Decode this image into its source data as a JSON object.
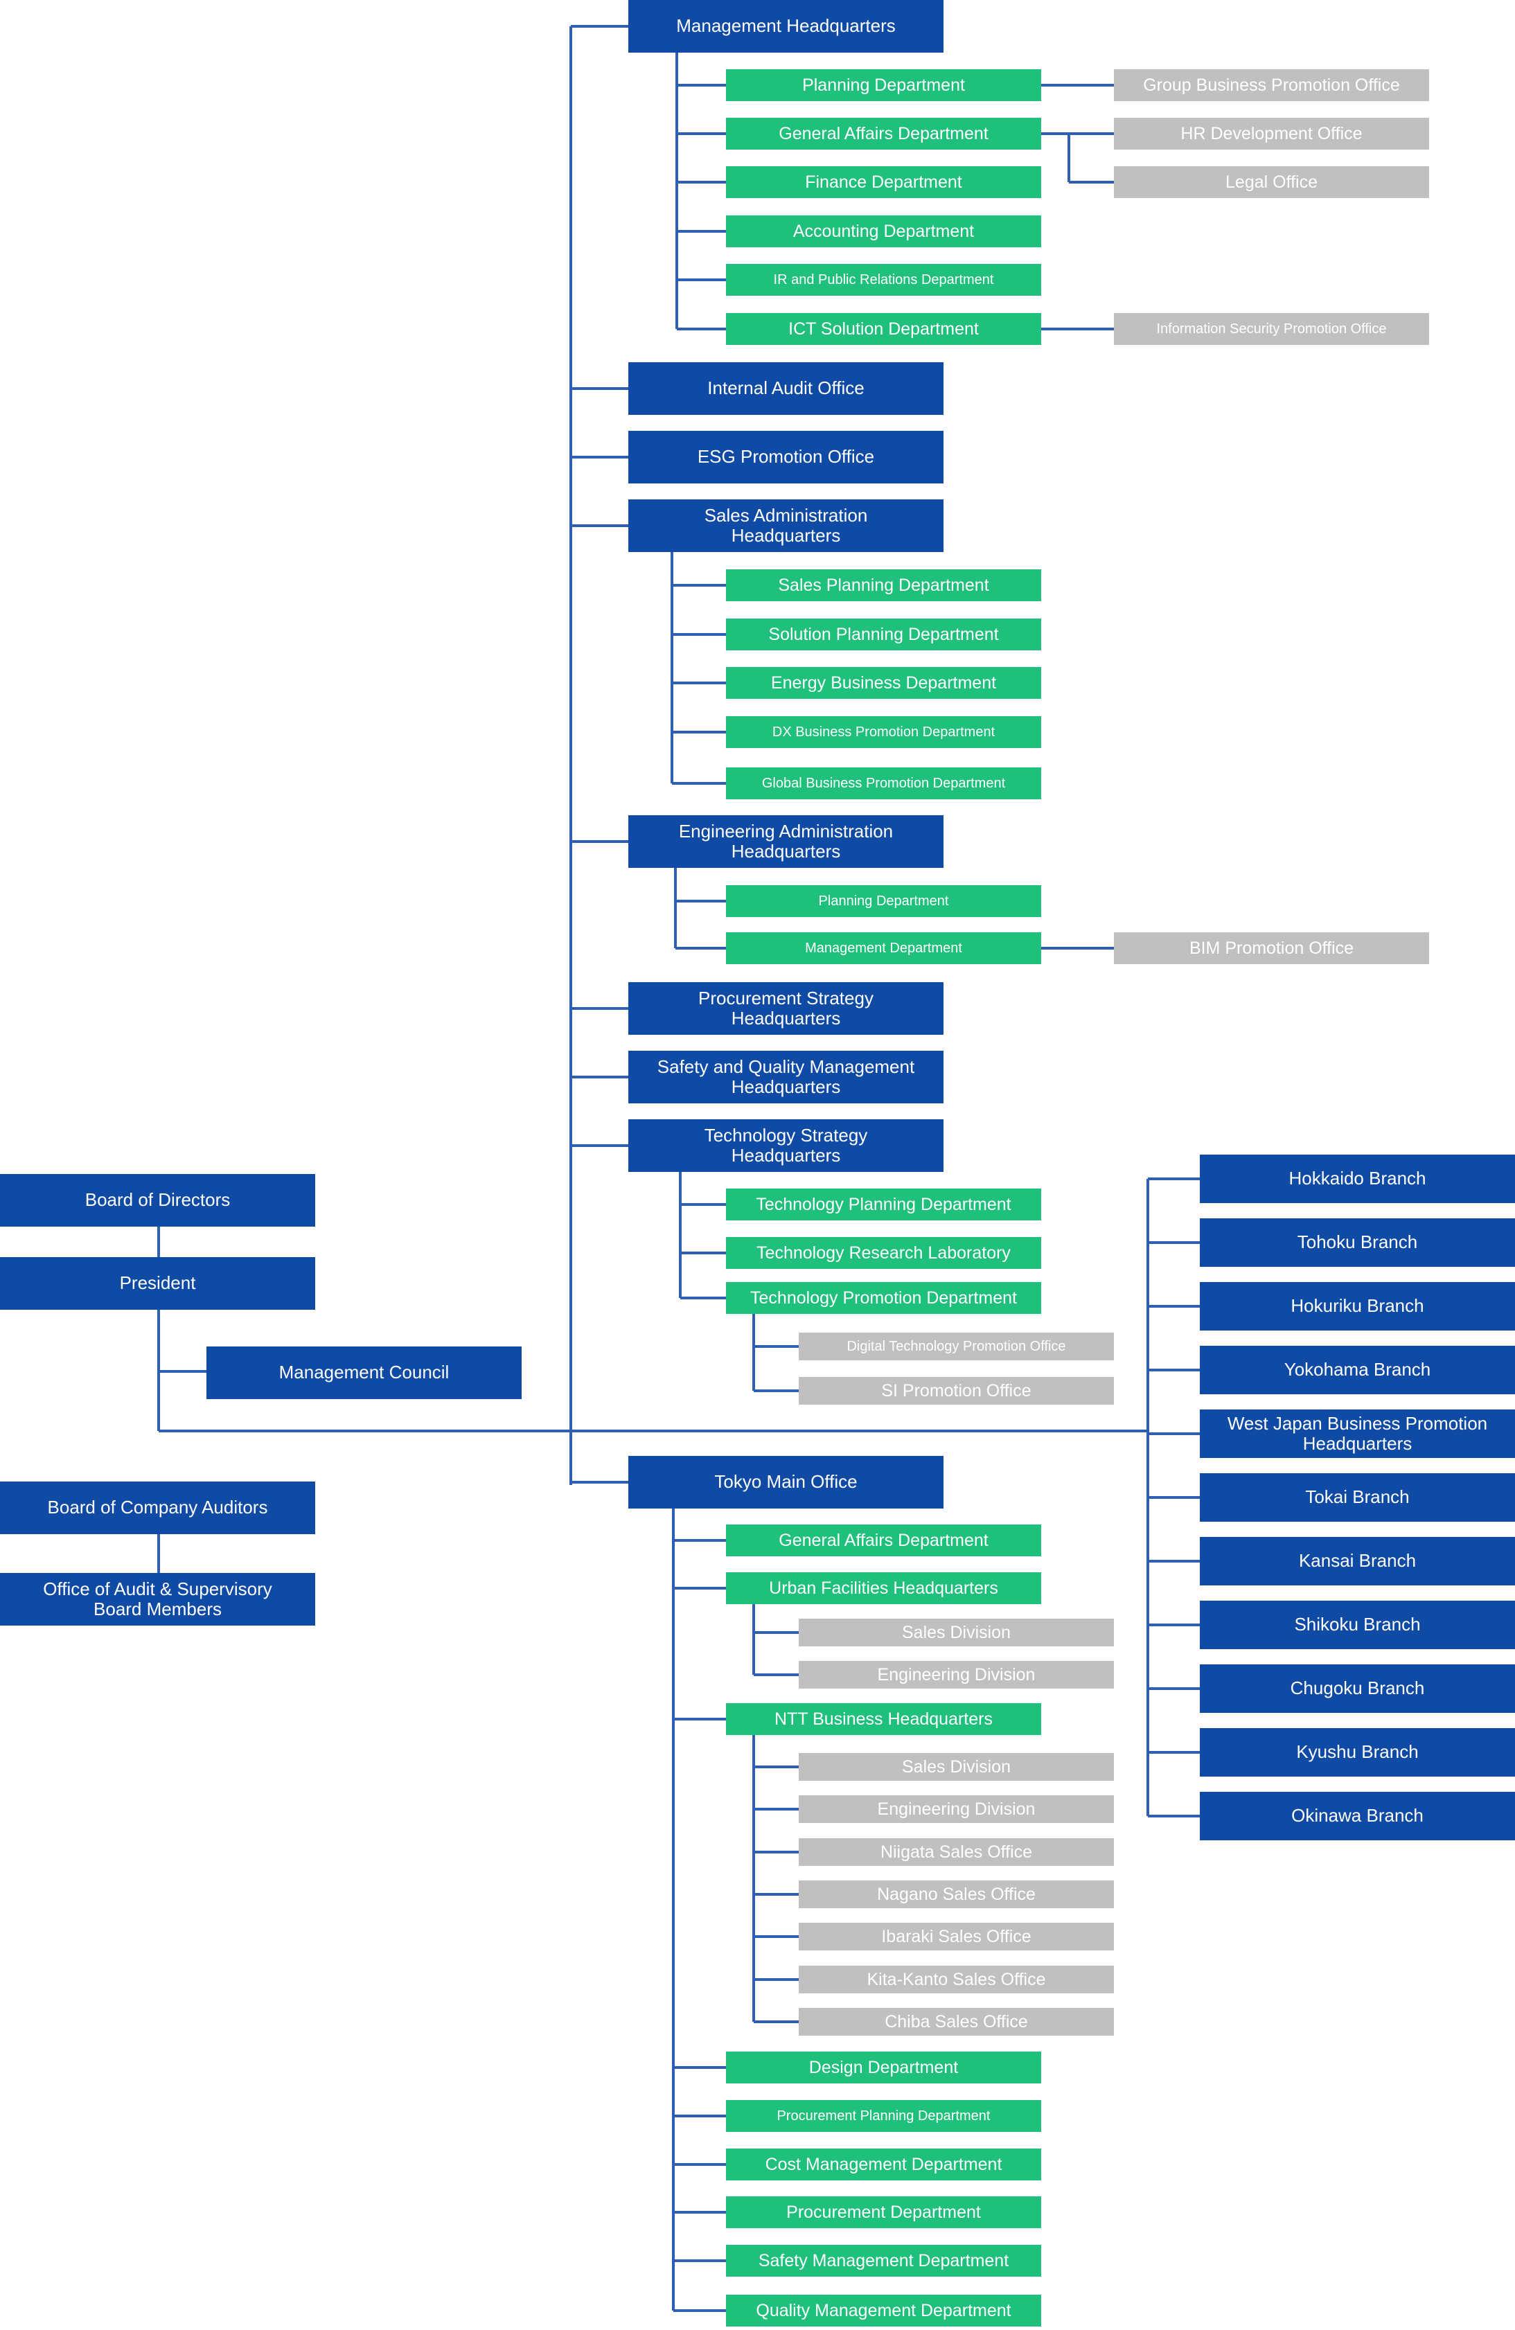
{
  "colors": {
    "headquarters": "#0f4aa5",
    "department": "#1fbf7c",
    "office": "#c0c0c0",
    "connector": "#2f5fb5"
  },
  "left": {
    "board_of_directors": "Board of Directors",
    "president": "President",
    "management_council": "Management Council",
    "board_of_company_auditors": "Board of Company Auditors",
    "office_of_audit": "Office of Audit & Supervisory\nBoard Members"
  },
  "management_hq": {
    "title": "Management Headquarters",
    "departments": [
      "Planning Department",
      "General Affairs Department",
      "Finance Department",
      "Accounting Department",
      "IR and Public Relations Department",
      "ICT Solution Department"
    ],
    "offices": {
      "group_business": "Group Business Promotion Office",
      "hr_development": "HR Development Office",
      "legal": "Legal Office",
      "information_security": "Information Security Promotion Office"
    }
  },
  "internal_audit": "Internal Audit Office",
  "esg": "ESG Promotion Office",
  "sales_admin_hq": {
    "title": "Sales Administration\nHeadquarters",
    "departments": [
      "Sales Planning Department",
      "Solution Planning Department",
      "Energy Business Department",
      "DX Business Promotion Department",
      "Global Business Promotion Department"
    ]
  },
  "engineering_admin_hq": {
    "title": "Engineering Administration\nHeadquarters",
    "departments": [
      "Planning Department",
      "Management Department"
    ],
    "offices": {
      "bim": "BIM Promotion Office"
    }
  },
  "procurement_strategy_hq": "Procurement Strategy\nHeadquarters",
  "safety_quality_hq": "Safety and Quality Management\nHeadquarters",
  "technology_strategy_hq": {
    "title": "Technology Strategy\nHeadquarters",
    "departments": [
      "Technology Planning Department",
      "Technology Research Laboratory",
      "Technology Promotion Department"
    ],
    "offices": [
      "Digital Technology Promotion Office",
      "SI Promotion Office"
    ]
  },
  "tokyo_main_office": {
    "title": "Tokyo Main Office",
    "general_affairs": "General Affairs Department",
    "urban_facilities": {
      "title": "Urban Facilities Headquarters",
      "divisions": [
        "Sales Division",
        "Engineering Division"
      ]
    },
    "ntt_business": {
      "title": "NTT Business Headquarters",
      "divisions": [
        "Sales Division",
        "Engineering Division",
        "Niigata Sales Office",
        "Nagano Sales Office",
        "Ibaraki Sales Office",
        "Kita-Kanto Sales Office",
        "Chiba Sales Office"
      ]
    },
    "departments": [
      "Design Department",
      "Procurement Planning Department",
      "Cost Management Department",
      "Procurement Department",
      "Safety Management Department",
      "Quality Management Department"
    ]
  },
  "branches": [
    "Hokkaido Branch",
    "Tohoku Branch",
    "Hokuriku Branch",
    "Yokohama Branch",
    "West Japan Business Promotion\nHeadquarters",
    "Tokai Branch",
    "Kansai Branch",
    "Shikoku Branch",
    "Chugoku Branch",
    "Kyushu Branch",
    "Okinawa Branch"
  ]
}
